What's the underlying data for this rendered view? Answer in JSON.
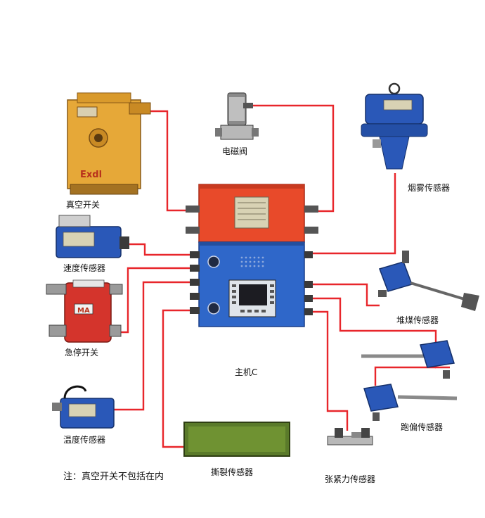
{
  "components": {
    "vacuum_switch": "真空开关",
    "solenoid_valve": "电磁阀",
    "smoke_sensor": "烟雾传感器",
    "speed_sensor": "速度传感器",
    "emergency_stop": "急停开关",
    "coal_pile_sensor": "堆煤传感器",
    "main_unit": "主机C",
    "deviation_sensor": "跑偏传感器",
    "temperature_sensor": "温度传感器",
    "tear_sensor": "撕裂传感器",
    "tension_sensor": "张紧力传感器"
  },
  "note": "注：真空开关不包括在内",
  "device_marks": {
    "vacuum_brand": "Exdl",
    "estop_mark": "MA"
  },
  "colors": {
    "wire": "#e8262b",
    "main_top": "#e84a2a",
    "main_bottom": "#2f67c9",
    "vacuum_body": "#e6a838",
    "sensor_blue": "#2a58b8",
    "estop_red": "#d4342c",
    "tear_green": "#5a7a2a"
  }
}
